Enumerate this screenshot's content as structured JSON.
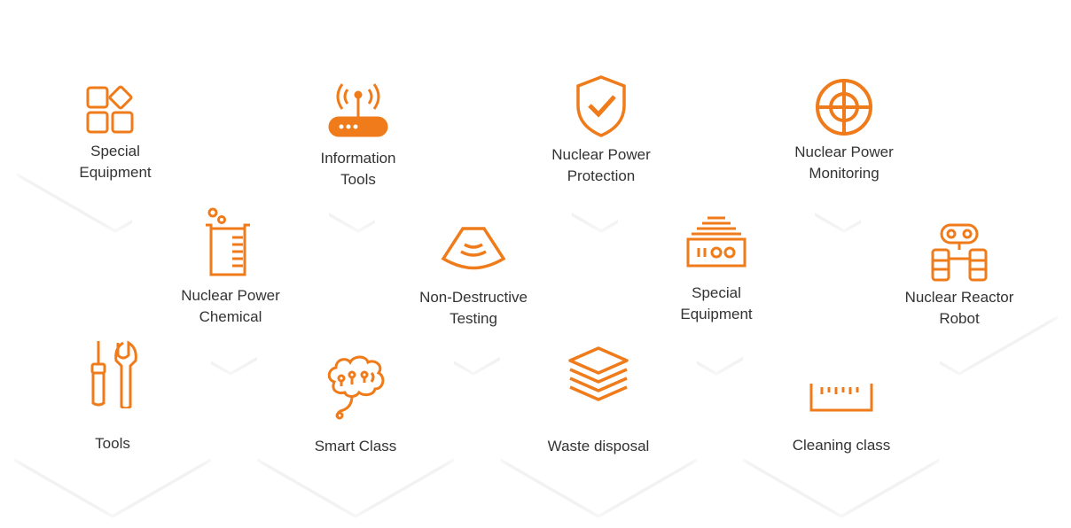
{
  "accent_color": "#ef7b1a",
  "tiles": [
    {
      "id": "special-equipment-1",
      "icon": "apps-grid-icon",
      "lines": [
        "Special",
        "Equipment"
      ]
    },
    {
      "id": "information-tools",
      "icon": "router-antenna-icon",
      "lines": [
        "Information",
        "Tools"
      ]
    },
    {
      "id": "nuclear-power-protection",
      "icon": "shield-check-icon",
      "lines": [
        "Nuclear Power",
        "Protection"
      ]
    },
    {
      "id": "nuclear-power-monitoring",
      "icon": "crosshair-target-icon",
      "lines": [
        "Nuclear Power",
        "Monitoring"
      ]
    },
    {
      "id": "nuclear-power-chemical",
      "icon": "beaker-icon",
      "lines": [
        "Nuclear Power",
        "Chemical"
      ]
    },
    {
      "id": "non-destructive-testing",
      "icon": "ultrasound-probe-icon",
      "lines": [
        "Non-Destructive",
        "Testing"
      ]
    },
    {
      "id": "special-equipment-2",
      "icon": "control-device-icon",
      "lines": [
        "Special",
        "Equipment"
      ]
    },
    {
      "id": "nuclear-reactor-robot",
      "icon": "robot-icon",
      "lines": [
        "Nuclear Reactor",
        "Robot"
      ]
    },
    {
      "id": "tools",
      "icon": "screwdriver-wrench-icon",
      "lines": [
        "Tools"
      ]
    },
    {
      "id": "smart-class",
      "icon": "brain-icon",
      "lines": [
        "Smart Class"
      ]
    },
    {
      "id": "waste-disposal",
      "icon": "layers-stack-icon",
      "lines": [
        "Waste disposal"
      ]
    },
    {
      "id": "cleaning-class",
      "icon": "ruler-tray-icon",
      "lines": [
        "Cleaning class"
      ]
    }
  ]
}
